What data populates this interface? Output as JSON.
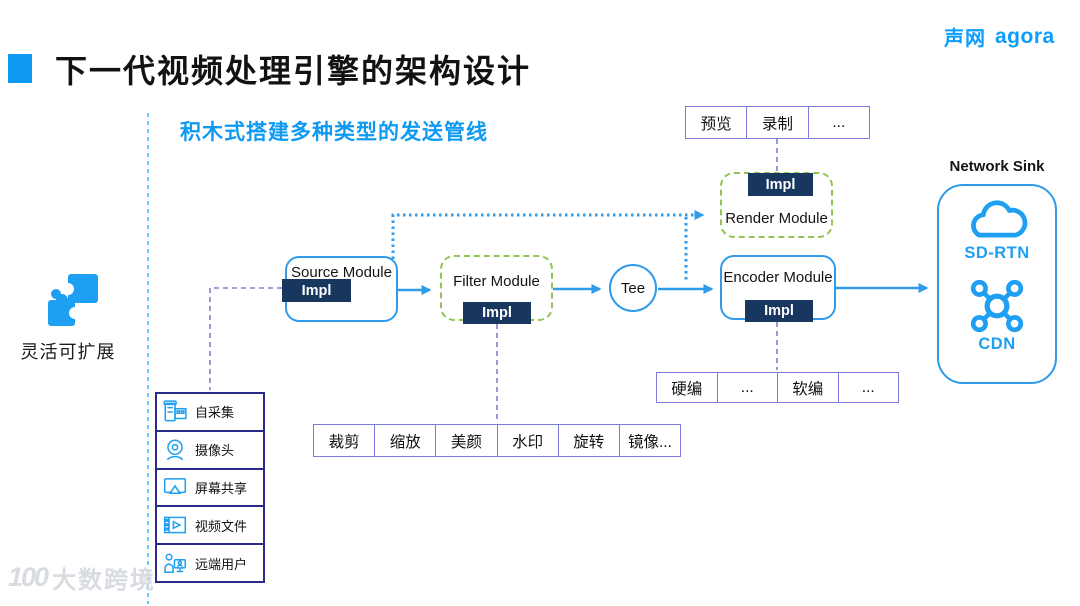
{
  "brand": {
    "cn": "声网",
    "en": "agora"
  },
  "header": {
    "title": "下一代视频处理引擎的架构设计",
    "subtitle": "积木式搭建多种类型的发送管线"
  },
  "left": {
    "caption": "灵活可扩展",
    "icon": "puzzle-icon"
  },
  "sources": {
    "items": [
      {
        "icon": "film-roll-icon",
        "label": "自采集"
      },
      {
        "icon": "webcam-icon",
        "label": "摄像头"
      },
      {
        "icon": "screen-share-icon",
        "label": "屏幕共享"
      },
      {
        "icon": "video-file-icon",
        "label": "视频文件"
      },
      {
        "icon": "remote-user-icon",
        "label": "远端用户"
      }
    ]
  },
  "pipeline": {
    "source": {
      "label": "Source Module",
      "impl": "Impl"
    },
    "filter": {
      "label": "Filter Module",
      "impl": "Impl"
    },
    "tee": {
      "label": "Tee"
    },
    "encoder": {
      "label": "Encoder Module",
      "impl": "Impl"
    },
    "render": {
      "label": "Render Module",
      "impl": "Impl"
    }
  },
  "options": {
    "render": [
      "预览",
      "录制",
      "..."
    ],
    "filter": [
      "裁剪",
      "缩放",
      "美颜",
      "水印",
      "旋转",
      "镜像..."
    ],
    "encoder": [
      "硬编",
      "...",
      "软编",
      "..."
    ]
  },
  "sink": {
    "title": "Network Sink",
    "items": [
      {
        "icon": "cloud-icon",
        "label": "SD-RTN"
      },
      {
        "icon": "cdn-network-icon",
        "label": "CDN"
      }
    ]
  },
  "watermark": {
    "logo": "100",
    "text": "大数跨境"
  },
  "colors": {
    "accent_blue": "#0E9AF2",
    "line_blue": "#2F9BEA",
    "impl_navy": "#17375E",
    "green_dash": "#92C353",
    "strip_border": "#7B7BDB",
    "list_border": "#2B2B8C",
    "connector_purple": "#8080C8",
    "cyan_dash": "#66C7F0",
    "icon_blue": "#1E9FF2"
  }
}
